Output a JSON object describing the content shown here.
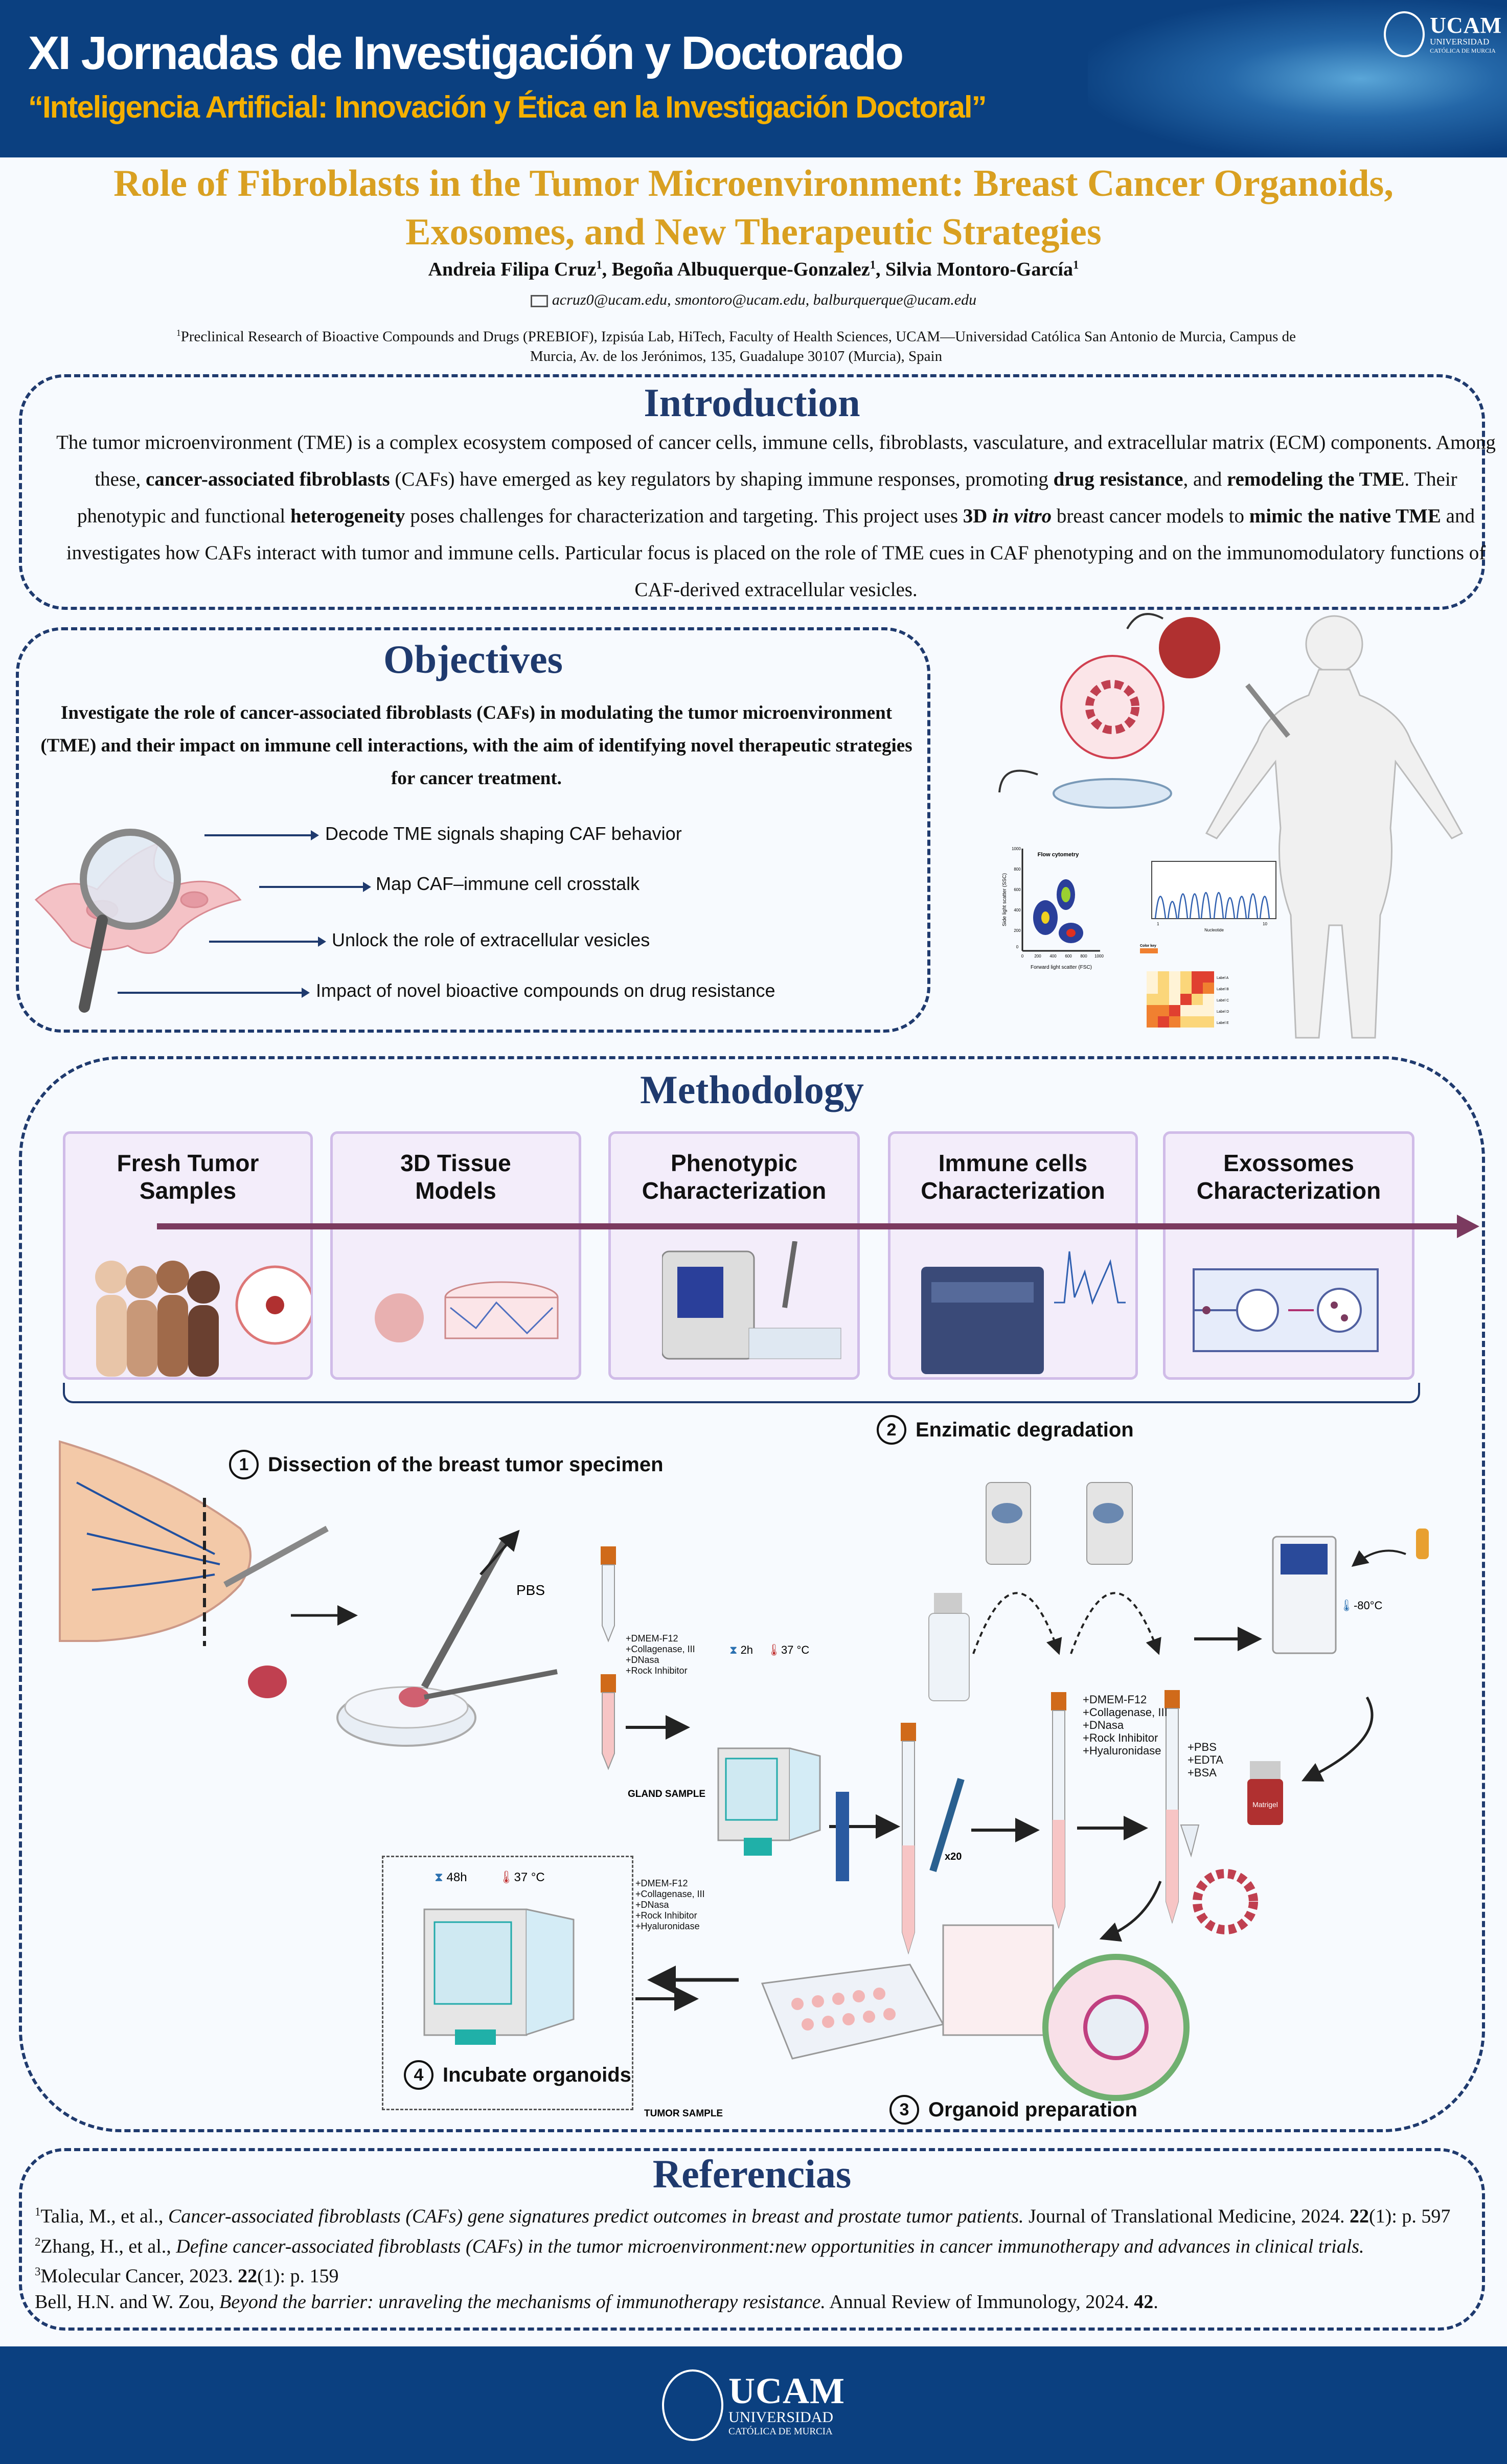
{
  "header": {
    "title": "XI Jornadas de Investigación y Doctorado",
    "subtitle": "“Inteligencia Artificial: Innovación y Ética en la Investigación Doctoral”",
    "logo": {
      "name": "UCAM",
      "line1": "UNIVERSIDAD",
      "line2": "CATÓLICA DE MURCIA"
    },
    "color": "#0b4080",
    "accent": "#f5b000"
  },
  "poster": {
    "title": {
      "line1": "Role of Fibroblasts in the Tumor Microenvironment: Breast Cancer Organoids,",
      "line2": "Exosomes, and New Therapeutic Strategies",
      "color": "#d9a021"
    },
    "authors": [
      {
        "t": "Andreia Filipa Cruz"
      },
      {
        "t": "1",
        "sup": true
      },
      {
        "t": ", Begoña Albuquerque-Gonzalez"
      },
      {
        "t": "1",
        "sup": true
      },
      {
        "t": ", Silvia Montoro-García"
      },
      {
        "t": "1",
        "sup": true
      }
    ],
    "emails": "acruz0@ucam.edu, smontoro@ucam.edu, balburquerque@ucam.edu",
    "affiliation": [
      {
        "t": "1",
        "sup": true
      },
      {
        "t": "Preclinical Research of Bioactive Compounds and Drugs (PREBIOF), Izpisúa Lab, HiTech, Faculty of Health Sciences, UCAM—Universidad Católica San Antonio de Murcia, Campus de Murcia, Av. de los Jerónimos, 135, Guadalupe 30107 (Murcia), Spain"
      }
    ]
  },
  "introduction": {
    "heading": "Introduction",
    "text": [
      {
        "t": "The tumor microenvironment (TME) is a complex ecosystem composed of cancer cells, immune cells, fibroblasts, vasculature, and extracellular matrix (ECM) components. Among these, "
      },
      {
        "t": "cancer-associated fibroblasts",
        "b": true
      },
      {
        "t": " (CAFs) have emerged as key regulators by shaping immune responses, promoting "
      },
      {
        "t": "drug resistance",
        "b": true
      },
      {
        "t": ", and "
      },
      {
        "t": "remodeling the TME",
        "b": true
      },
      {
        "t": ". Their phenotypic and functional "
      },
      {
        "t": "heterogeneity",
        "b": true
      },
      {
        "t": " poses challenges for characterization and targeting. This project uses "
      },
      {
        "t": "3D ",
        "b": true
      },
      {
        "t": "in vitro",
        "b": true,
        "i": true
      },
      {
        "t": " breast cancer models to "
      },
      {
        "t": "mimic the native TME",
        "b": true
      },
      {
        "t": " and investigates how CAFs interact with tumor and immune cells. Particular focus is placed on the role of TME cues in CAF phenotyping and on the immunomodulatory functions of CAF-derived extracellular vesicles."
      }
    ]
  },
  "objectives": {
    "heading": "Objectives",
    "statement": "Investigate the role of cancer-associated fibroblasts (CAFs) in modulating the tumor microenvironment (TME) and their impact on immune cell interactions, with the aim of identifying novel therapeutic strategies for cancer treatment.",
    "items": [
      "Decode TME signals shaping CAF behavior",
      "Map CAF–immune cell crosstalk",
      "Unlock the role of extracellular vesicles",
      "Impact of novel bioactive compounds on drug resistance"
    ],
    "figure": {
      "flow": {
        "title": "Flow cytometry",
        "xlabel": "Forward light scatter (FSC)",
        "ylabel": "Side light scatter (SSC)",
        "ticks": [
          "0",
          "200",
          "400",
          "600",
          "800",
          "1000"
        ]
      },
      "chromatogram": {
        "xlabel": "Nucleotide",
        "ticks": [
          "1",
          "10"
        ]
      },
      "heatmap": {
        "key": "Color key",
        "labels": [
          "Label A",
          "Label B",
          "Label C",
          "Label D",
          "Label E"
        ]
      }
    }
  },
  "methodology": {
    "heading": "Methodology",
    "cards": [
      {
        "l1": "Fresh Tumor",
        "l2": "Samples"
      },
      {
        "l1": "3D Tissue",
        "l2": "Models"
      },
      {
        "l1": "Phenotypic",
        "l2": "Characterization"
      },
      {
        "l1": "Immune cells",
        "l2": "Characterization"
      },
      {
        "l1": "Exossomes",
        "l2": "Characterization"
      }
    ],
    "arrow_color": "#7b3a5f",
    "steps": [
      {
        "n": "1",
        "label": "Dissection of the breast tumor specimen"
      },
      {
        "n": "2",
        "label": "Enzimatic degradation"
      },
      {
        "n": "3",
        "label": "Organoid preparation"
      },
      {
        "n": "4",
        "label": "Incubate organoids"
      }
    ],
    "labels": {
      "pbs": "PBS",
      "gland_media": [
        "+DMEM-F12",
        "+Collagenase, III",
        "+DNasa",
        "+Rock Inhibitor"
      ],
      "gland_sample": "GLAND SAMPLE",
      "tumor_media": [
        "+DMEM-F12",
        "+Collagenase, III",
        "+DNasa",
        "+Rock Inhibitor",
        "+Hyaluronidase"
      ],
      "tumor_sample": "TUMOR SAMPLE",
      "time1": "2h",
      "temp1": "37 °C",
      "pipette_count": "x20",
      "digest_media": [
        "+DMEM-F12",
        "+Collagenase, III",
        "+DNasa",
        "+Rock Inhibitor",
        "+Hyaluronidase"
      ],
      "wash_media": [
        "+PBS",
        "+EDTA",
        "+BSA"
      ],
      "freeze_temp": "-80°C",
      "matrigel": "Matrigel",
      "time2": "48h",
      "temp2": "37 °C"
    }
  },
  "references": {
    "heading": "Referencias",
    "items": [
      [
        {
          "t": "1",
          "sup": true
        },
        {
          "t": "Talia, M., et al., "
        },
        {
          "t": "Cancer-associated fibroblasts (CAFs) gene signatures predict outcomes in breast and prostate tumor patients.",
          "i": true
        },
        {
          "t": " Journal of Translational Medicine, 2024. "
        },
        {
          "t": "22",
          "b": true
        },
        {
          "t": "(1): p. 597"
        }
      ],
      [
        {
          "t": "2",
          "sup": true
        },
        {
          "t": "Zhang, H., et al., "
        },
        {
          "t": "Define cancer-associated fibroblasts (CAFs) in the tumor microenvironment:new opportunities in cancer immunotherapy and advances in clinical trials.",
          "i": true
        }
      ],
      [
        {
          "t": "3",
          "sup": true
        },
        {
          "t": "Molecular Cancer, 2023. "
        },
        {
          "t": "22",
          "b": true
        },
        {
          "t": "(1): p. 159"
        }
      ],
      [
        {
          "t": "Bell, H.N. and W. Zou, "
        },
        {
          "t": "Beyond the barrier: unraveling the mechanisms of immunotherapy resistance.",
          "i": true
        },
        {
          "t": " Annual Review of Immunology, 2024. "
        },
        {
          "t": "42",
          "b": true
        },
        {
          "t": "."
        }
      ]
    ]
  },
  "footer": {
    "logo": {
      "name": "UCAM",
      "line1": "UNIVERSIDAD",
      "line2": "CATÓLICA DE MURCIA"
    }
  }
}
